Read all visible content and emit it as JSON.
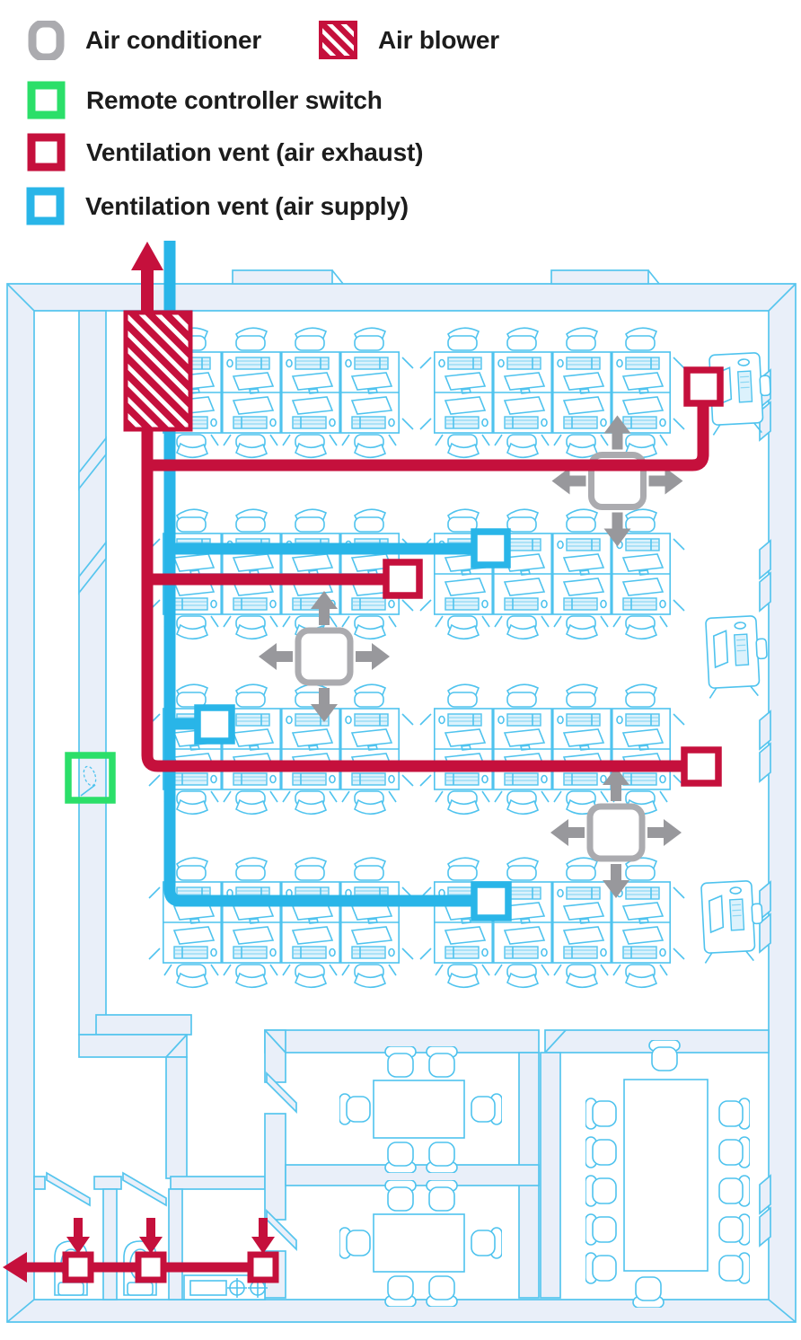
{
  "legend": {
    "items": [
      {
        "id": "air-conditioner",
        "label": "Air conditioner",
        "icon": "rounded-square-outline-icon",
        "color": "#ababaf"
      },
      {
        "id": "air-blower",
        "label": "Air blower",
        "icon": "hatched-square-icon",
        "color": "#c5103c"
      },
      {
        "id": "remote-controller-switch",
        "label": "Remote controller switch",
        "icon": "square-outline-icon",
        "color": "#2bdf69"
      },
      {
        "id": "ventilation-vent-exhaust",
        "label": "Ventilation vent (air exhaust)",
        "icon": "square-outline-icon",
        "color": "#c5103c"
      },
      {
        "id": "ventilation-vent-supply",
        "label": "Ventilation vent (air supply)",
        "icon": "square-outline-icon",
        "color": "#29b5e8"
      }
    ]
  },
  "colors": {
    "red": "#c5103c",
    "blue": "#29b5e8",
    "green": "#2bdf69",
    "gray": "#ababaf",
    "gray2": "#98989c",
    "cyan": "#56c5ee",
    "cyan2": "#4fc3ee",
    "wallfill": "#e9eff9"
  },
  "plan": {
    "air_blowers": 1,
    "air_conditioners": 3,
    "exhaust_vents": 6,
    "supply_vents": 3,
    "remote_controller_switches": 1,
    "desk_clusters": 8,
    "desks_per_cluster": 8,
    "small_meeting_rooms": 2,
    "large_meeting_rooms": 1,
    "toilet_stalls": 2,
    "kitchenettes": 1,
    "printer_stations": 3
  }
}
